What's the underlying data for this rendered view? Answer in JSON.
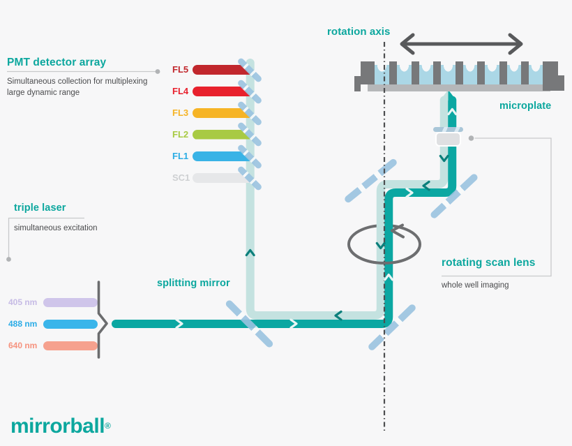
{
  "logo": {
    "text": "mirrorball",
    "registered": "®"
  },
  "pmt": {
    "title": "PMT detector array",
    "description": [
      "Simultaneous collection for multiplexing",
      "large dynamic range"
    ]
  },
  "detectors": {
    "channels": [
      {
        "label": "FL5",
        "color": "#c1272d",
        "text_color": "#c1272d"
      },
      {
        "label": "FL4",
        "color": "#e8212d",
        "text_color": "#e8212d"
      },
      {
        "label": "FL3",
        "color": "#f6b426",
        "text_color": "#f6b426"
      },
      {
        "label": "FL2",
        "color": "#a8ca43",
        "text_color": "#a8ca43"
      },
      {
        "label": "FL1",
        "color": "#39b3e6",
        "text_color": "#2aace4"
      },
      {
        "label": "SC1",
        "color": "#e6e7e9",
        "text_color": "#ced0d2"
      }
    ]
  },
  "laser": {
    "title": "triple laser",
    "description": "simultaneous excitation",
    "beams": [
      {
        "label": "405 nm",
        "bar_color": "#cfc5ea",
        "text_color": "#c6bbe5"
      },
      {
        "label": "488 nm",
        "bar_color": "#3ab5ea",
        "text_color": "#2bace6"
      },
      {
        "label": "640 nm",
        "bar_color": "#f6a18e",
        "text_color": "#f6937f"
      }
    ]
  },
  "splitting_mirror": {
    "title": "splitting mirror"
  },
  "scan_lens": {
    "title": "rotating scan lens",
    "description": "whole well imaging"
  },
  "rotation_axis": {
    "title": "rotation axis"
  },
  "microplate": {
    "title": "microplate",
    "well_count": 8,
    "divider_count": 7
  },
  "colors": {
    "accent_teal": "#0ca79e",
    "beam_dark": "#0ba7a2",
    "beam_pale": "#c4e2e0",
    "mirror_blue": "#9ac3e0",
    "liquid_blue": "#abd7e6",
    "plate_gray": "#77787a",
    "plate_bottom_gray": "#b5b7b9",
    "arrow_gray": "#58595b",
    "text_gray": "#4a4b4d",
    "background": "#f7f7f8"
  }
}
